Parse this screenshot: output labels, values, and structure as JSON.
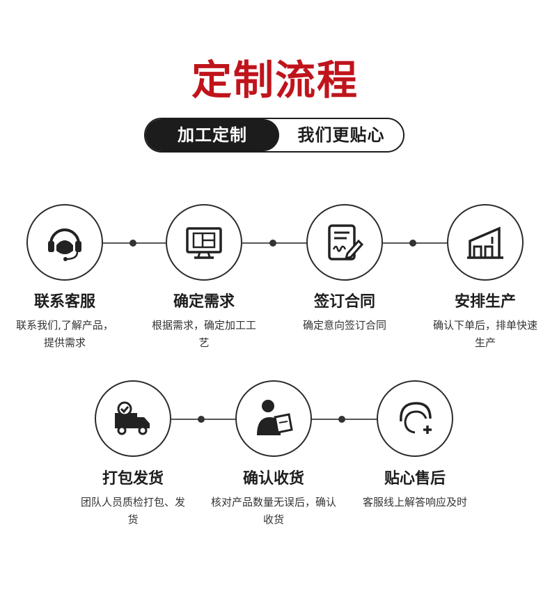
{
  "title": "定制流程",
  "tagline": {
    "left": "加工定制",
    "right": "我们更贴心"
  },
  "steps": [
    {
      "title": "联系客服",
      "desc": "联系我们,了解产品，提供需求",
      "icon": "headset-icon"
    },
    {
      "title": "确定需求",
      "desc": "根据需求，确定加工工艺",
      "icon": "monitor-blueprint-icon"
    },
    {
      "title": "签订合同",
      "desc": "确定意向签订合同",
      "icon": "contract-sign-icon"
    },
    {
      "title": "安排生产",
      "desc": "确认下单后，排单快速生产",
      "icon": "factory-icon"
    },
    {
      "title": "打包发货",
      "desc": "团队人员质检打包、发货",
      "icon": "delivery-truck-icon"
    },
    {
      "title": "确认收货",
      "desc": "核对产品数量无误后，确认收货",
      "icon": "person-receiving-icon"
    },
    {
      "title": "贴心售后",
      "desc": "客服线上解答响应及时",
      "icon": "customer-service-icon"
    }
  ],
  "colors": {
    "accent": "#c0141c",
    "dark": "#1c1c1c"
  }
}
